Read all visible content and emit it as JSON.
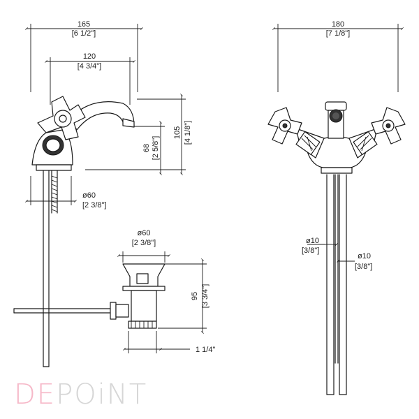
{
  "brand": {
    "logo_part1": "DE",
    "logo_part2": "POiNT",
    "accent_color": "#f6b8c8",
    "rest_color": "#d6d6d6"
  },
  "dimensions": {
    "side_width_mm": "165",
    "side_width_in": "[6 1/2\"]",
    "side_reach_mm": "120",
    "side_reach_in": "[4 3/4\"]",
    "side_height_mm": "105",
    "side_height_in": "[4 1/8\"]",
    "spout_height_mm": "68",
    "spout_height_in": "[2 5/8\"]",
    "base_dia_mm": "ø60",
    "base_dia_in": "[2 3/8\"]",
    "waste_dia_mm": "ø60",
    "waste_dia_in": "[2 3/8\"]",
    "waste_height_mm": "95",
    "waste_height_in": "[3 3/4\"]",
    "waste_thread": "1 1/4\"",
    "front_width_mm": "180",
    "front_width_in": "[7 1/8\"]",
    "pipe1_dia_mm": "ø10",
    "pipe1_dia_in": "[3/8\"]",
    "pipe2_dia_mm": "ø10",
    "pipe2_dia_in": "[3/8\"]"
  }
}
